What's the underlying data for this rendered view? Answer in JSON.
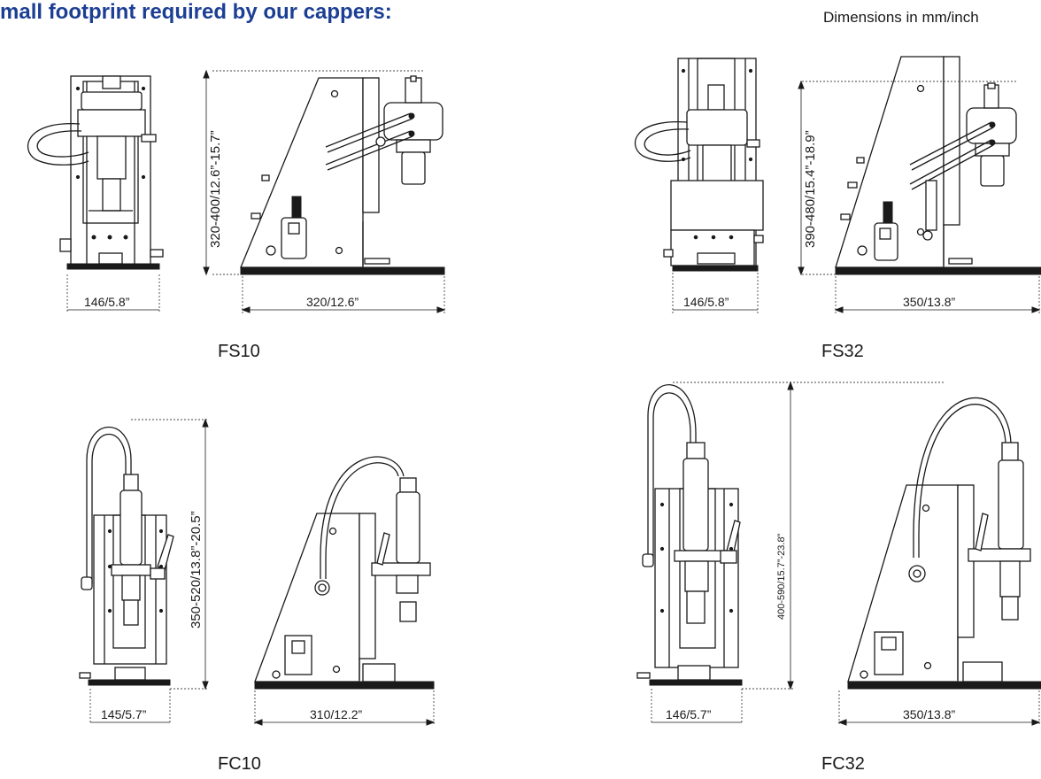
{
  "header": {
    "title": "mall footprint required by our cappers:",
    "units_note": "Dimensions in mm/inch"
  },
  "models": [
    {
      "name": "FS10",
      "height_dim": "320-400/12.6”-15.7”",
      "front_width_dim": "146/5.8”",
      "side_depth_dim": "320/12.6”"
    },
    {
      "name": "FS32",
      "height_dim": "390-480/15.4”-18.9”",
      "front_width_dim": "146/5.8”",
      "side_depth_dim": "350/13.8”"
    },
    {
      "name": "FC10",
      "height_dim": "350-520/13.8”-20.5”",
      "front_width_dim": "145/5.7”",
      "side_depth_dim": "310/12.2”"
    },
    {
      "name": "FC32",
      "height_dim": "400-590/15.7”-23.8”",
      "front_width_dim": "146/5.7”",
      "side_depth_dim": "350/13.8”"
    }
  ],
  "colors": {
    "title": "#1c3f94",
    "line": "#1a1a1a"
  }
}
